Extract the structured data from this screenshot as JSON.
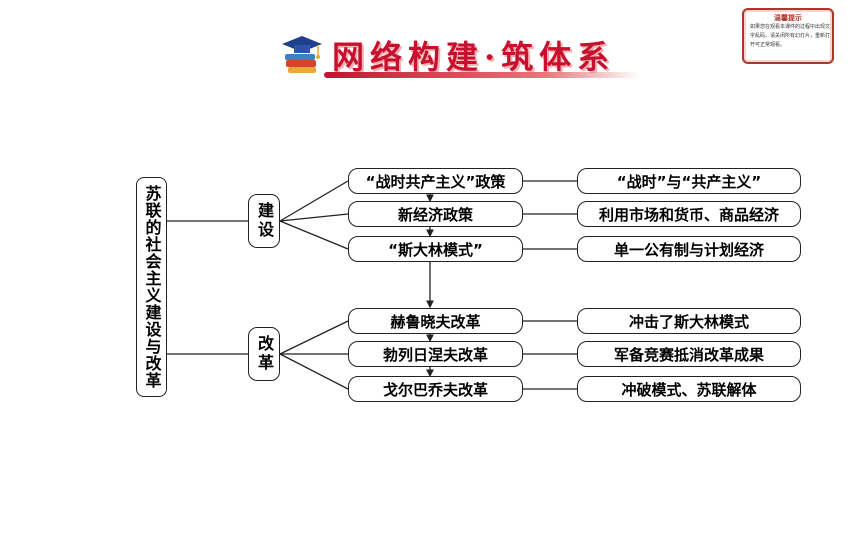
{
  "header": {
    "title": "网络构建·筑体系",
    "icon": "graduation-cap-books-icon"
  },
  "tip": {
    "title": "温馨提示",
    "body": "如果您在观看本课件的过程中出现文字乱码，请关闭所有幻灯片，重新打开可正常观看。"
  },
  "diagram": {
    "root": "苏联的社会主义建设与改革",
    "categories": [
      {
        "label": "建设",
        "items": [
          {
            "stage": "“战时共产主义”政策",
            "feature": "“战时”与“共产主义”"
          },
          {
            "stage": "新经济政策",
            "feature": "利用市场和货币、商品经济"
          },
          {
            "stage": "“斯大林模式”",
            "feature": "单一公有制与计划经济"
          }
        ]
      },
      {
        "label": "改革",
        "items": [
          {
            "stage": "赫鲁晓夫改革",
            "feature": "冲击了斯大林模式"
          },
          {
            "stage": "勃列日涅夫改革",
            "feature": "军备竞赛抵消改革成果"
          },
          {
            "stage": "戈尔巴乔夫改革",
            "feature": "冲破模式、苏联解体"
          }
        ]
      }
    ]
  },
  "colors": {
    "title_red": "#c8102e",
    "line": "#222222"
  }
}
